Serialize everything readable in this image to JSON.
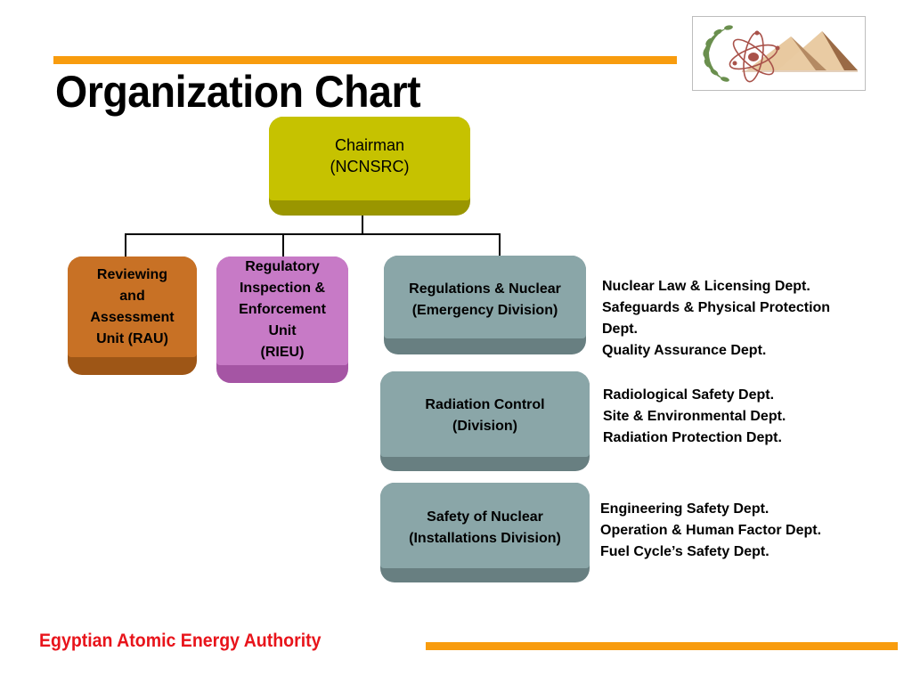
{
  "header": {
    "title": "Organization Chart",
    "logo": "eaea-logo-atom-pyramids"
  },
  "colors": {
    "accent_bar": "#f89c0e",
    "chairman_box": "#c6c200",
    "rau_box": "#c87125",
    "rieu_box": "#c77ac6",
    "division_box": "#8aa6a8",
    "footer_text": "#e8141b"
  },
  "chart": {
    "chairman": {
      "label": "Chairman\n(NCNSRC)"
    },
    "units": [
      {
        "label": "Reviewing\n  and\nAssessment\nUnit (RAU)"
      },
      {
        "label": "Regulatory\n Inspection &\nEnforcement\nUnit\n(RIEU)"
      }
    ],
    "divisions": [
      {
        "label": "Regulations & Nuclear\n(Emergency Division)",
        "departments": "Nuclear Law & Licensing Dept.\nSafeguards & Physical Protection\nDept.\nQuality Assurance Dept."
      },
      {
        "label": "Radiation Control\n(Division)",
        "departments": "Radiological Safety Dept.\nSite & Environmental Dept.\nRadiation Protection Dept."
      },
      {
        "label": "Safety of Nuclear\n(Installations Division)",
        "departments": "Engineering Safety Dept.\nOperation & Human Factor Dept.\nFuel Cycle’s Safety  Dept."
      }
    ]
  },
  "footer": {
    "organization": "Egyptian Atomic Energy Authority"
  }
}
